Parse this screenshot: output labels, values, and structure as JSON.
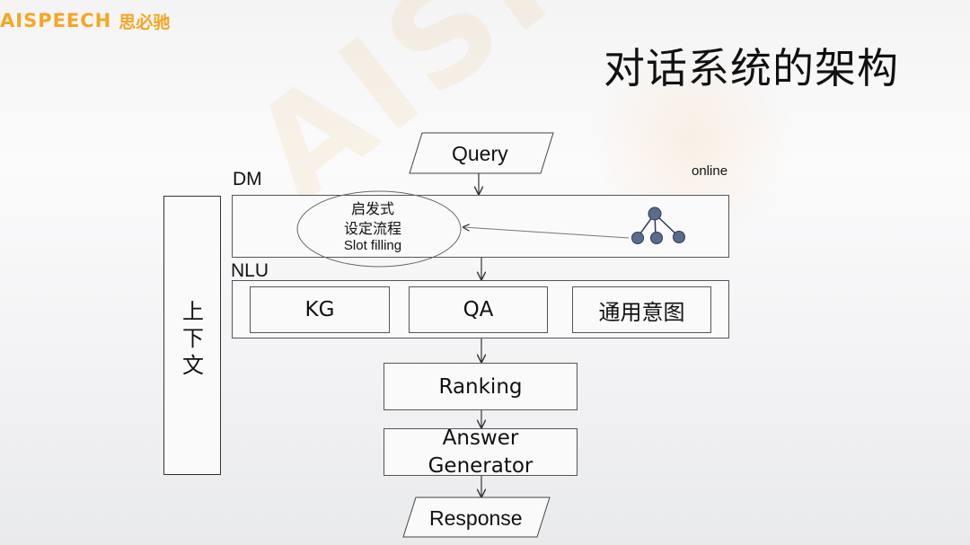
{
  "header": {
    "logo_en": "AISPEECH",
    "logo_cn": "思必驰",
    "title": "对话系统的架构"
  },
  "diagram": {
    "query": "Query",
    "dm_label": "DM",
    "online_label": "online",
    "dm_ellipse": [
      "启发式",
      "设定流程",
      "Slot filling"
    ],
    "nlu_label": "NLU",
    "nlu_modules": [
      "KG",
      "QA",
      "通用意图"
    ],
    "context": "上下文",
    "ranking": "Ranking",
    "answer_generator": [
      "Answer",
      "Generator"
    ],
    "response": "Response"
  },
  "colors": {
    "logo_orange": "#f5a623",
    "tree_node": "#5a6b8c",
    "line": "#333333"
  }
}
